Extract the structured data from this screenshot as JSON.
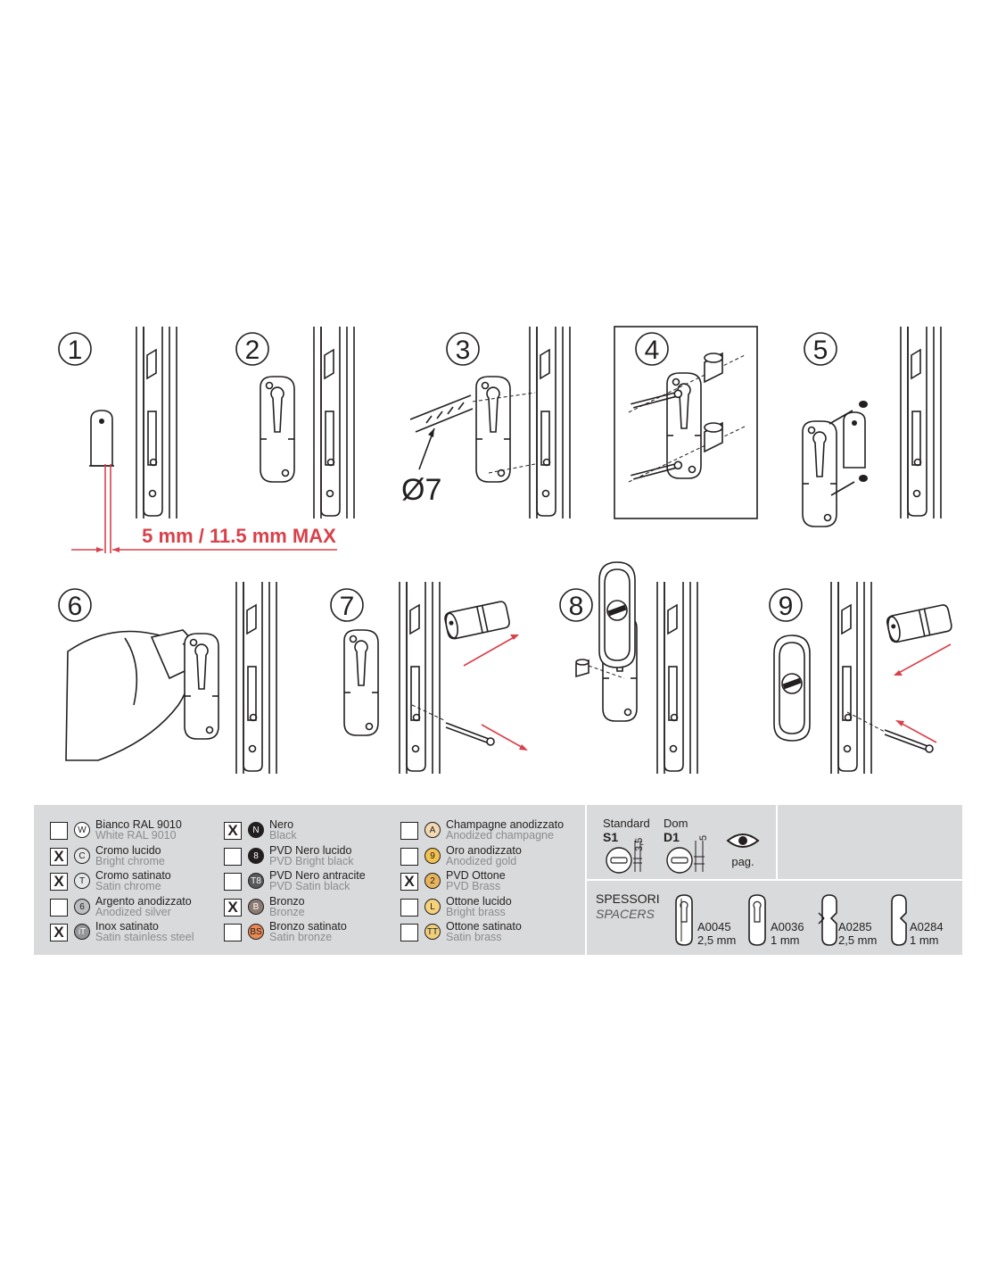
{
  "steps": [
    "1",
    "2",
    "3",
    "4",
    "5",
    "6",
    "7",
    "8",
    "9"
  ],
  "diameter_label": "Ø7",
  "dimension_label": "5 mm / 11.5 mm MAX",
  "finishes": [
    {
      "col": 0,
      "row": 0,
      "checked": "",
      "badge": "W",
      "badge_color": "#ffffff",
      "badge_text": "#231f20",
      "it": "Bianco RAL 9010",
      "en": "White RAL 9010"
    },
    {
      "col": 0,
      "row": 1,
      "checked": "X",
      "badge": "C",
      "badge_color": "#e6e7e8",
      "badge_text": "#231f20",
      "it": "Cromo lucido",
      "en": "Bright chrome"
    },
    {
      "col": 0,
      "row": 2,
      "checked": "X",
      "badge": "T",
      "badge_color": "#e6e7e8",
      "badge_text": "#231f20",
      "it": "Cromo satinato",
      "en": "Satin chrome"
    },
    {
      "col": 0,
      "row": 3,
      "checked": "",
      "badge": "6",
      "badge_color": "#bcbec0",
      "badge_text": "#231f20",
      "it": "Argento anodizzato",
      "en": "Anodized silver"
    },
    {
      "col": 0,
      "row": 4,
      "checked": "X",
      "badge": "iT",
      "badge_color": "#939598",
      "badge_text": "#ffffff",
      "it": "Inox satinato",
      "en": "Satin stainless steel"
    },
    {
      "col": 1,
      "row": 0,
      "checked": "X",
      "badge": "N",
      "badge_color": "#231f20",
      "badge_text": "#ffffff",
      "it": "Nero",
      "en": "Black"
    },
    {
      "col": 1,
      "row": 1,
      "checked": "",
      "badge": "8",
      "badge_color": "#231f20",
      "badge_text": "#ffffff",
      "it": "PVD Nero lucido",
      "en": "PVD Bright black"
    },
    {
      "col": 1,
      "row": 2,
      "checked": "",
      "badge": "T8",
      "badge_color": "#58595b",
      "badge_text": "#ffffff",
      "it": "PVD Nero antracite",
      "en": "PVD Satin black"
    },
    {
      "col": 1,
      "row": 3,
      "checked": "X",
      "badge": "B",
      "badge_color": "#8b7b72",
      "badge_text": "#ffffff",
      "it": "Bronzo",
      "en": "Bronze"
    },
    {
      "col": 1,
      "row": 4,
      "checked": "",
      "badge": "BS",
      "badge_color": "#e98a55",
      "badge_text": "#231f20",
      "it": "Bronzo satinato",
      "en": "Satin bronze"
    },
    {
      "col": 2,
      "row": 0,
      "checked": "",
      "badge": "A",
      "badge_color": "#f3d9b1",
      "badge_text": "#231f20",
      "it": "Champagne anodizzato",
      "en": "Anodized champagne"
    },
    {
      "col": 2,
      "row": 1,
      "checked": "",
      "badge": "9",
      "badge_color": "#f2c14e",
      "badge_text": "#231f20",
      "it": "Oro anodizzato",
      "en": "Anodized gold"
    },
    {
      "col": 2,
      "row": 2,
      "checked": "X",
      "badge": "2",
      "badge_color": "#e8b45c",
      "badge_text": "#231f20",
      "it": "PVD Ottone",
      "en": "PVD Brass"
    },
    {
      "col": 2,
      "row": 3,
      "checked": "",
      "badge": "L",
      "badge_color": "#f6d37b",
      "badge_text": "#231f20",
      "it": "Ottone lucido",
      "en": "Bright brass"
    },
    {
      "col": 2,
      "row": 4,
      "checked": "",
      "badge": "TT",
      "badge_color": "#f0cf7a",
      "badge_text": "#231f20",
      "it": "Ottone satinato",
      "en": "Satin brass"
    }
  ],
  "types": {
    "standard_label": "Standard",
    "standard_code": "S1",
    "standard_dim": "3,5",
    "dom_label": "Dom",
    "dom_code": "D1",
    "dom_dim": "5",
    "see_page": "pag."
  },
  "spacers": {
    "title_it": "SPESSORI",
    "title_en": "SPACERS",
    "items": [
      {
        "code": "A0045",
        "thickness": "2,5 mm"
      },
      {
        "code": "A0036",
        "thickness": "1 mm"
      },
      {
        "code": "A0285",
        "thickness": "2,5 mm"
      },
      {
        "code": "A0284",
        "thickness": "1 mm"
      }
    ]
  }
}
